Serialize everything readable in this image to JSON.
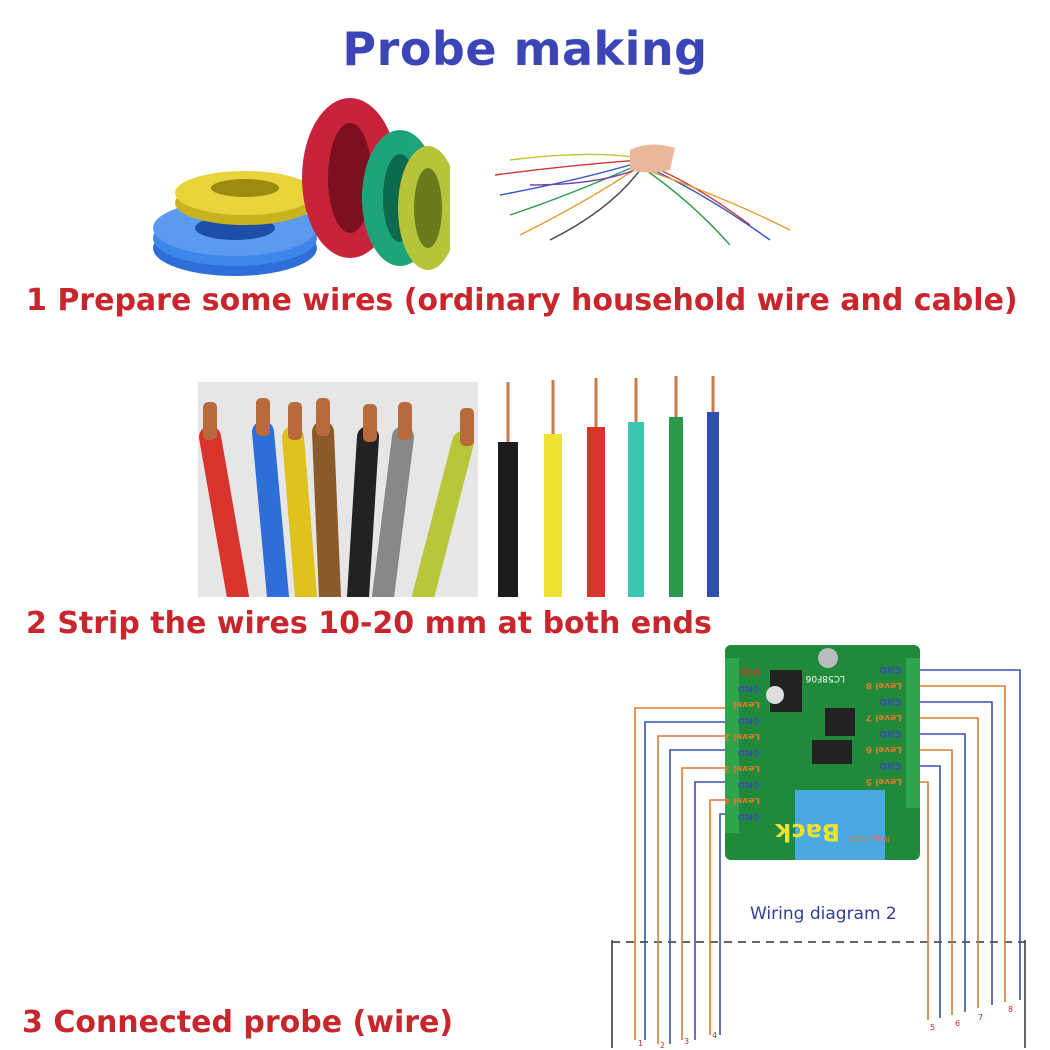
{
  "title": "Probe making",
  "steps": {
    "step1": "1 Prepare some wires (ordinary household wire and cable)",
    "step2": "2 Strip the wires 10-20 mm at both ends",
    "step3": "3 Connected probe (wire)"
  },
  "board": {
    "left_labels": [
      "VCC",
      "GND",
      "Level",
      "GND",
      "Level 2",
      "GND",
      "Level 3",
      "GND",
      "Level 4",
      "GND"
    ],
    "right_labels": [
      "GND",
      "Level 8",
      "GND",
      "Level 7",
      "GND",
      "Level 6",
      "GND",
      "Level 5"
    ],
    "chip_label": "LC58F06",
    "relay_out_label": "Relay OUT",
    "back_label": "Back"
  },
  "diagram": {
    "caption": "Wiring diagram 2",
    "probe_numbers": [
      "1",
      "2",
      "3",
      "4",
      "5",
      "6",
      "7",
      "8"
    ]
  },
  "colors": {
    "title": "#3b45b8",
    "step_text": "#c8262c",
    "board": "#1f8a3a",
    "wire_orange": "#e07a2c",
    "wire_blue": "#3a4fb0"
  }
}
